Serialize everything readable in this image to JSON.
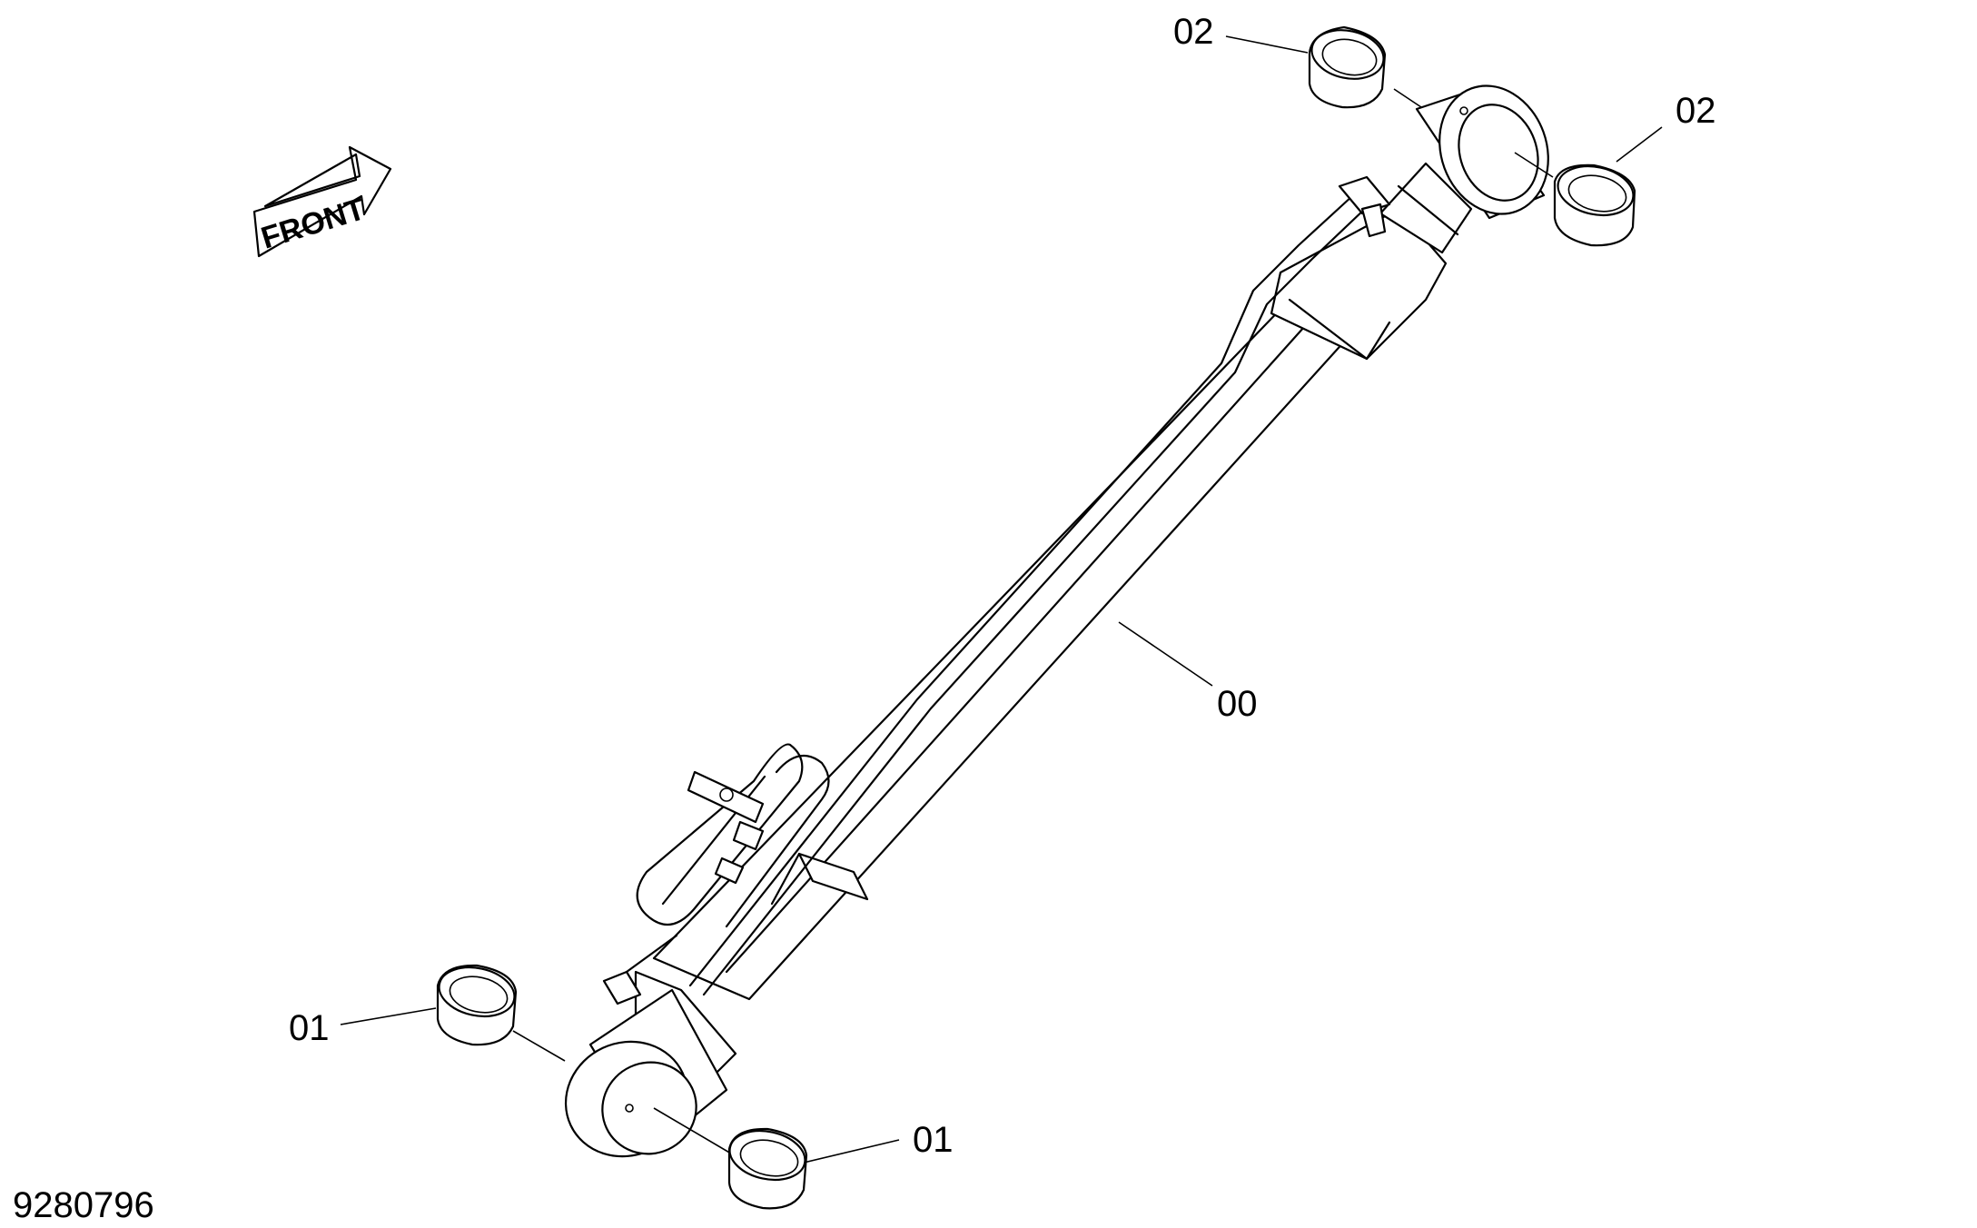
{
  "front_arrow": {
    "label": "FRONT",
    "icon": "front-direction-arrow-icon"
  },
  "callouts": {
    "cylinder": "00",
    "bushing_lower_left": "01",
    "bushing_lower_right": "01",
    "bushing_upper_left": "02",
    "bushing_upper_right": "02"
  },
  "drawing_number": "9280796"
}
